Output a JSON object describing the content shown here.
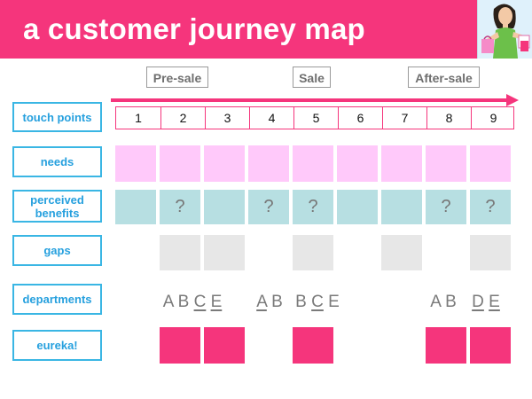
{
  "header": {
    "title": "a customer journey map",
    "accent_color": "#f5357c"
  },
  "phases": [
    "Pre-sale",
    "Sale",
    "After-sale"
  ],
  "row_labels": {
    "touch_points": "touch points",
    "needs": "needs",
    "perceived_benefits": "perceived benefits",
    "gaps": "gaps",
    "departments": "departments",
    "eureka": "eureka!"
  },
  "touch_points": [
    "1",
    "2",
    "3",
    "4",
    "5",
    "6",
    "7",
    "8",
    "9"
  ],
  "benefit_marks": [
    "",
    "?",
    "",
    "?",
    "?",
    "",
    "",
    "?",
    "?"
  ],
  "gaps_filled": [
    false,
    true,
    true,
    false,
    true,
    false,
    true,
    false,
    true
  ],
  "eureka_filled": [
    false,
    true,
    true,
    false,
    true,
    false,
    false,
    true,
    true
  ],
  "departments": [
    {
      "letters": [
        {
          "t": "A",
          "u": false
        },
        {
          "t": "B",
          "u": false
        },
        {
          "t": "C",
          "u": true
        },
        {
          "t": "E",
          "u": true
        }
      ]
    },
    {
      "letters": [
        {
          "t": "A",
          "u": true
        },
        {
          "t": "B",
          "u": false
        }
      ]
    },
    {
      "letters": [
        {
          "t": "B",
          "u": false
        },
        {
          "t": "C",
          "u": true
        },
        {
          "t": "E",
          "u": false
        }
      ]
    },
    {
      "letters": [
        {
          "t": "A",
          "u": false
        },
        {
          "t": "B",
          "u": false
        }
      ]
    },
    {
      "letters": [
        {
          "t": "D",
          "u": true
        },
        {
          "t": "E",
          "u": true
        }
      ]
    }
  ],
  "colors": {
    "needs": "#ffc9fa",
    "benefits": "#b7dfe2",
    "gaps": "#e7e7e7",
    "eureka": "#f5357c",
    "label_border": "#3ab6e4"
  }
}
